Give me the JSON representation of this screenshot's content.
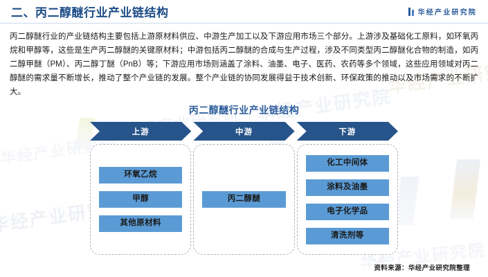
{
  "header": {
    "title": "二、丙二醇醚行业产业链结构",
    "brand": "华经产业研究院",
    "brand_icon": "double-bar-logo-icon"
  },
  "intro": {
    "paragraph": "丙二醇醚行业的产业链结构主要包括上游原材料供应、中游生产加工以及下游应用市场三个部分。上游涉及基础化工原料，如环氧丙烷和甲醇等，这些是生产丙二醇醚的关键原材料；中游包括丙二醇醚的合成与生产过程，涉及不同类型丙二醇醚化合物的制造，如丙二醇甲醚（PM）、丙二醇丁醚（PnB）等；下游应用市场则涵盖了涂料、油墨、电子、医药、农药等多个领域，这些应用领域对丙二醇醚的需求量不断增长，推动了整个产业链的发展。整个产业链的协同发展得益于技术创新、环保政策的推动以及市场需求的不断扩大。"
  },
  "figure": {
    "title": "丙二醇醚行业产业链结构",
    "source": "资料来源：华经产业研究院整理"
  },
  "chart_data": {
    "type": "diagram",
    "title": "丙二醇醚行业产业链结构",
    "stages": [
      {
        "label": "上游",
        "nodes": [
          "环氧乙烷",
          "甲醇",
          "其他原材料"
        ]
      },
      {
        "label": "中游",
        "nodes": [
          "丙二醇醚"
        ]
      },
      {
        "label": "下游",
        "nodes": [
          "化工中间体",
          "涂料及油墨",
          "电子化学品",
          "清洗剂等"
        ]
      }
    ]
  },
  "colors": {
    "title_blue": "#1f4e88",
    "chevron_navy": "#27548a",
    "node_blue": "#5b9bd5",
    "rule_blue": "#c9d9ec",
    "dashed_border": "#aab2bb"
  },
  "watermarks": {
    "text": "华经产业研究院",
    "weibo_icon": "weibo-logo-icon"
  }
}
